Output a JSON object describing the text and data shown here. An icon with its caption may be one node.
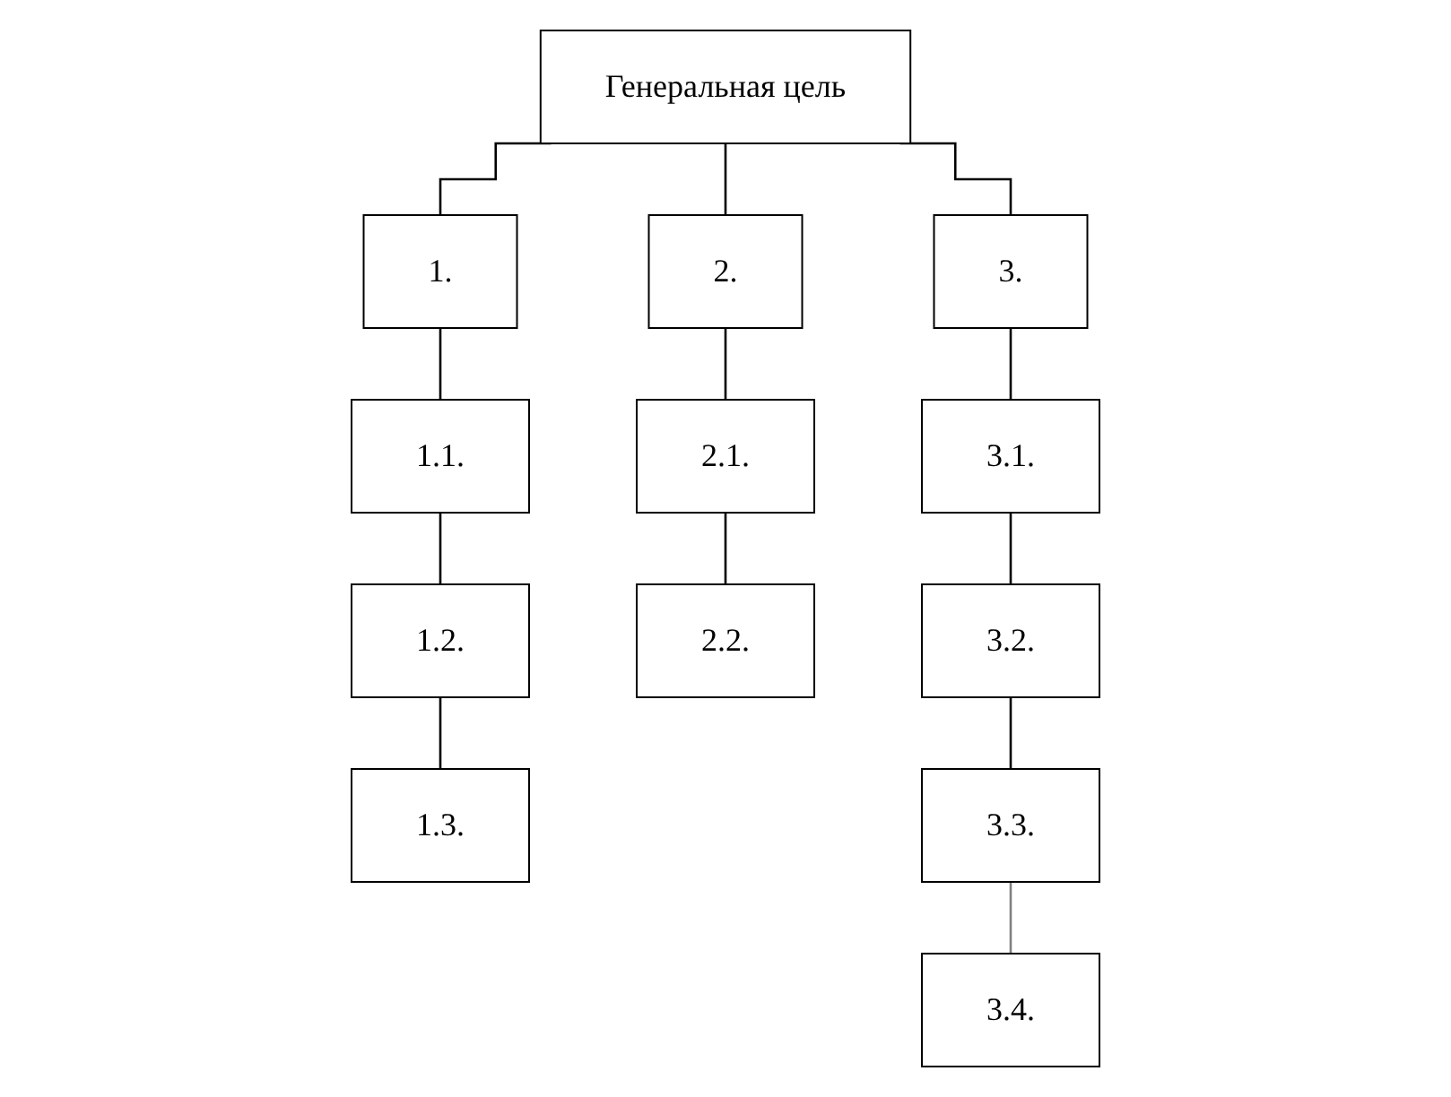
{
  "diagram": {
    "nodes": [
      {
        "text": [
          "Генеральная цель"
        ]
      },
      {
        "text": [
          "1."
        ]
      },
      {
        "text": [
          "2."
        ]
      },
      {
        "text": [
          "3."
        ]
      },
      {
        "text": [
          "1.1."
        ]
      },
      {
        "text": [
          "2.1."
        ]
      },
      {
        "text": [
          "3.1."
        ]
      },
      {
        "text": [
          "1.2."
        ]
      },
      {
        "text": [
          "2.2."
        ]
      },
      {
        "text": [
          "3.2."
        ]
      },
      {
        "text": [
          "1.3."
        ]
      },
      {
        "text": [
          "3.3."
        ]
      },
      {
        "text": [
          "3.4."
        ]
      }
    ],
    "edges": [
      {
        "from": 0,
        "to": 1,
        "arrow": "none"
      },
      {
        "from": 0,
        "to": 2,
        "arrow": "none"
      },
      {
        "from": 0,
        "to": 3,
        "arrow": "none"
      },
      {
        "from": 1,
        "to": 4,
        "arrow": "none"
      },
      {
        "from": 4,
        "to": 7,
        "arrow": "none"
      },
      {
        "from": 7,
        "to": 10,
        "arrow": "none"
      },
      {
        "from": 2,
        "to": 5,
        "arrow": "none"
      },
      {
        "from": 5,
        "to": 8,
        "arrow": "none"
      },
      {
        "from": 3,
        "to": 6,
        "arrow": "none"
      },
      {
        "from": 6,
        "to": 9,
        "arrow": "none"
      },
      {
        "from": 9,
        "to": 11,
        "arrow": "none"
      },
      {
        "from": 11,
        "to": 12,
        "arrow": "none",
        "color": "#808080"
      }
    ]
  }
}
